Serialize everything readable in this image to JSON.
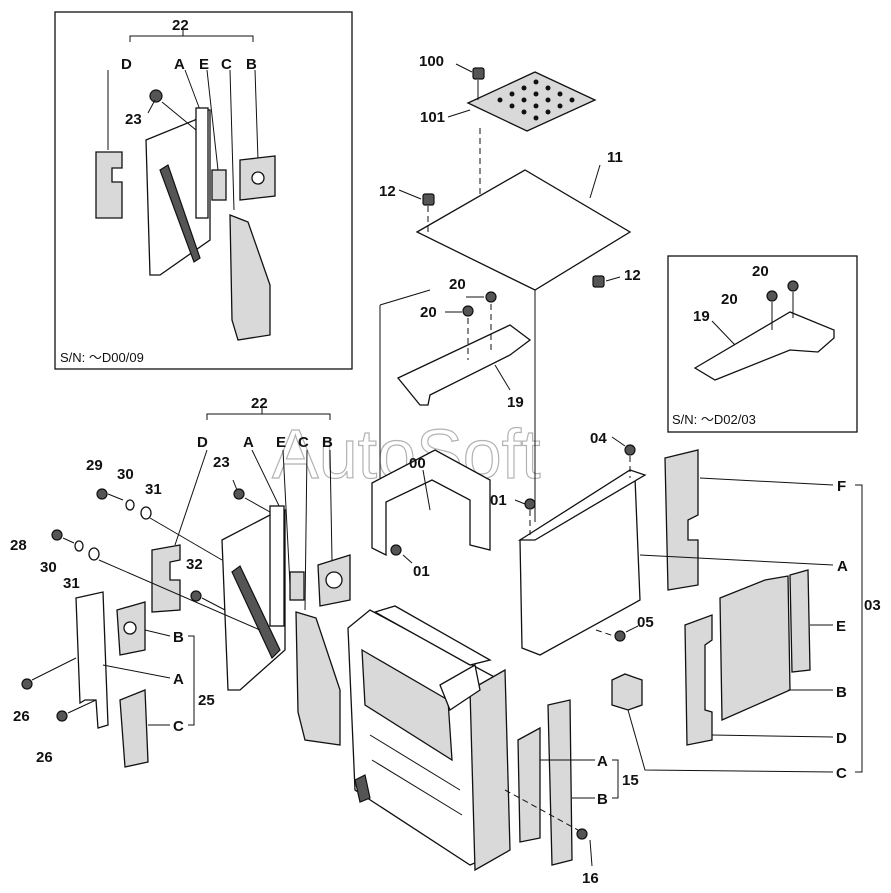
{
  "watermark": "AutoSoft",
  "inset_top_left": {
    "serial_note": "S/N: ～D00/09",
    "labels": {
      "group": "22",
      "D": "D",
      "A": "A",
      "E": "E",
      "C": "C",
      "B": "B",
      "bolt": "23"
    }
  },
  "inset_right": {
    "serial_note": "S/N: ～D02/03",
    "labels": {
      "bolt_a": "20",
      "bolt_b": "20",
      "bracket": "19"
    }
  },
  "main": {
    "labels": {
      "p100": "100",
      "p101": "101",
      "p11": "11",
      "p12a": "12",
      "p12b": "12",
      "p20a": "20",
      "p20b": "20",
      "p19": "19",
      "p22": "22",
      "pD": "D",
      "pA": "A",
      "pE": "E",
      "pC": "C",
      "pB": "B",
      "p29": "29",
      "p30a": "30",
      "p31a": "31",
      "p23": "23",
      "p28": "28",
      "p30b": "30",
      "p31b": "31",
      "p32": "32",
      "p00": "00",
      "p01a": "01",
      "p01b": "01",
      "p04": "04",
      "p05": "05",
      "rF": "F",
      "rA": "A",
      "rE": "E",
      "rB": "B",
      "rD": "D",
      "rC": "C",
      "p03": "03",
      "lB": "B",
      "lA": "A",
      "lC": "C",
      "p25": "25",
      "p26a": "26",
      "p26b": "26",
      "sA": "A",
      "sB": "B",
      "p15": "15",
      "p16": "16"
    }
  }
}
